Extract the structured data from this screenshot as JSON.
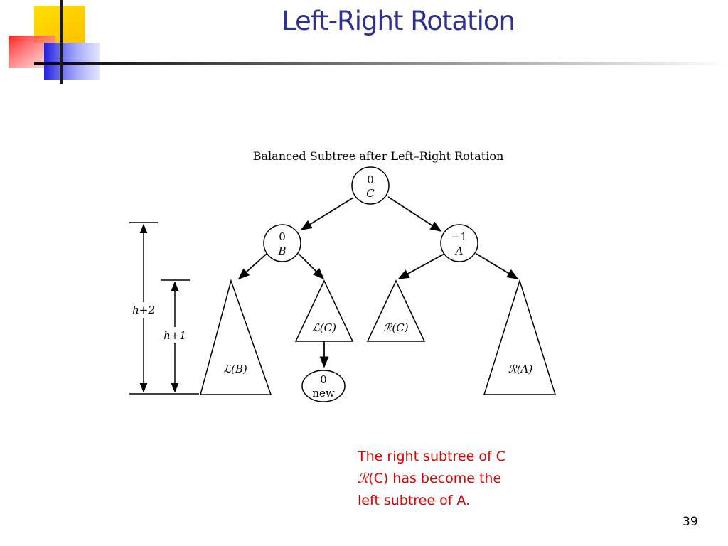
{
  "slide": {
    "title": "Left-Right Rotation",
    "page_number": "39"
  },
  "diagram": {
    "caption": "Balanced Subtree after Left–Right Rotation",
    "nodes": [
      {
        "id": "C",
        "balance": "0",
        "label": "C"
      },
      {
        "id": "B",
        "balance": "0",
        "label": "B"
      },
      {
        "id": "A",
        "balance": "−1",
        "label": "A"
      },
      {
        "id": "new",
        "balance": "0",
        "label": "new"
      }
    ],
    "subtrees": {
      "LB": "ℒ(B)",
      "LC": "ℒ(C)",
      "RC": "ℛ(C)",
      "RA": "ℛ(A)"
    },
    "heights": {
      "outer": "h+2",
      "inner": "h+1"
    }
  },
  "note": {
    "line1": "The right subtree of C",
    "line2_symbol": "ℛ",
    "line2_rest": "(C) has become the",
    "line3": "left subtree of A."
  },
  "colors": {
    "title": "#2e3192",
    "note": "#e00000",
    "logo_yellow": "#ffd000",
    "logo_red": "#ff3030",
    "logo_blue": "#2020e0"
  }
}
